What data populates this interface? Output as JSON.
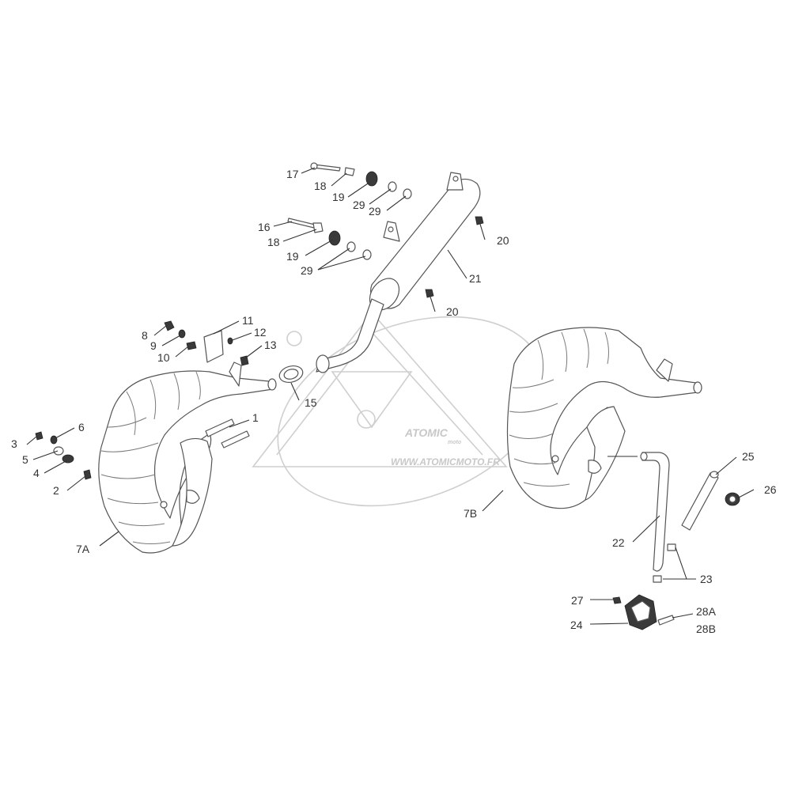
{
  "watermark": {
    "brand": "ATOMIC",
    "brand_sub": "moto",
    "url": "WWW.ATOMICMOTO.FR"
  },
  "callouts": [
    {
      "id": "c1",
      "text": "1"
    },
    {
      "id": "c2",
      "text": "2"
    },
    {
      "id": "c3",
      "text": "3"
    },
    {
      "id": "c4",
      "text": "4"
    },
    {
      "id": "c5",
      "text": "5"
    },
    {
      "id": "c6",
      "text": "6"
    },
    {
      "id": "c7a",
      "text": "7A"
    },
    {
      "id": "c7b",
      "text": "7B"
    },
    {
      "id": "c8",
      "text": "8"
    },
    {
      "id": "c9",
      "text": "9"
    },
    {
      "id": "c10",
      "text": "10"
    },
    {
      "id": "c11",
      "text": "11"
    },
    {
      "id": "c12",
      "text": "12"
    },
    {
      "id": "c13",
      "text": "13"
    },
    {
      "id": "c15",
      "text": "15"
    },
    {
      "id": "c16",
      "text": "16"
    },
    {
      "id": "c17",
      "text": "17"
    },
    {
      "id": "c18a",
      "text": "18"
    },
    {
      "id": "c18b",
      "text": "18"
    },
    {
      "id": "c19a",
      "text": "19"
    },
    {
      "id": "c19b",
      "text": "19"
    },
    {
      "id": "c20a",
      "text": "20"
    },
    {
      "id": "c20b",
      "text": "20"
    },
    {
      "id": "c21",
      "text": "21"
    },
    {
      "id": "c22",
      "text": "22"
    },
    {
      "id": "c23",
      "text": "23"
    },
    {
      "id": "c24",
      "text": "24"
    },
    {
      "id": "c25",
      "text": "25"
    },
    {
      "id": "c26",
      "text": "26"
    },
    {
      "id": "c27",
      "text": "27"
    },
    {
      "id": "c28a",
      "text": "28A"
    },
    {
      "id": "c28b",
      "text": "28B"
    },
    {
      "id": "c29a",
      "text": "29"
    },
    {
      "id": "c29b",
      "text": "29"
    },
    {
      "id": "c29c",
      "text": "29"
    }
  ]
}
